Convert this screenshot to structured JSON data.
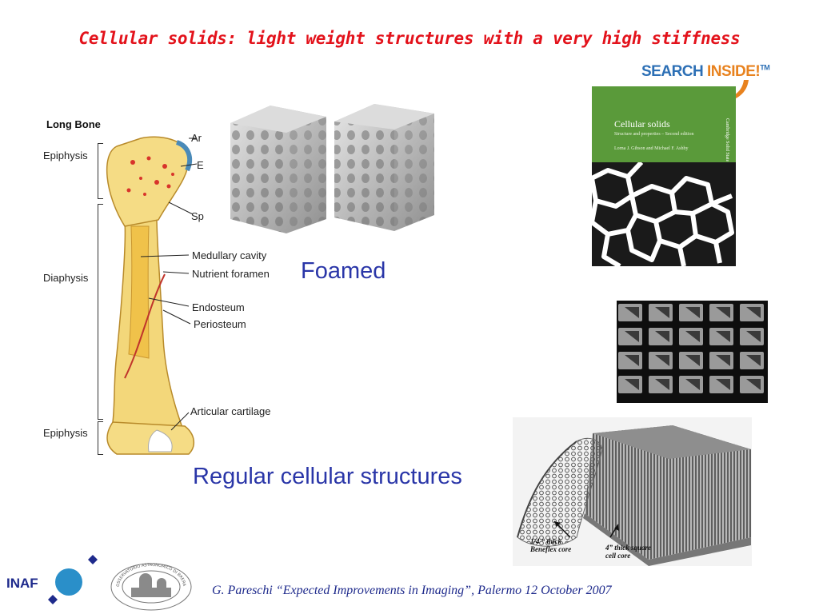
{
  "slide": {
    "title": "Cellular solids: light weight structures with a very high stiffness",
    "foamed_label": "Foamed",
    "regular_label": "Regular cellular structures",
    "footer_text": "G. Pareschi “Expected Improvements in Imaging”, Palermo 12 October 2007"
  },
  "bone_diagram": {
    "heading": "Long Bone",
    "regions": [
      "Epiphysis",
      "Diaphysis",
      "Epiphysis"
    ],
    "labels": [
      "Ar",
      "E",
      "Sp",
      "Medullary cavity",
      "Nutrient foramen",
      "Endosteum",
      "Periosteum",
      "Articular cartilage"
    ]
  },
  "book": {
    "badge_search": "SEARCH",
    "badge_inside": "INSIDE!",
    "badge_tm": "TM",
    "title": "Cellular solids",
    "subtitle": "Structure and properties – Second edition",
    "authors": "Lorna J. Gibson and Michael F. Ashby",
    "spine": "Cambridge Solid State Science Series"
  },
  "honeycomb_photo": {
    "label_left_1": "1/4 “ thick",
    "label_left_2": "Beneflex core",
    "label_right_1": "4” thick square",
    "label_right_2": "cell core"
  },
  "logos": {
    "inaf": "INAF",
    "observatory_ring": "OSSERVATORIO ASTRONOMICO DI BRERA"
  },
  "colors": {
    "title": "#e3121b",
    "accent_blue": "#2a36a8",
    "footer": "#1e2a8c",
    "inaf_circle": "#2a8fc9",
    "book_green": "#5a9a3a"
  }
}
